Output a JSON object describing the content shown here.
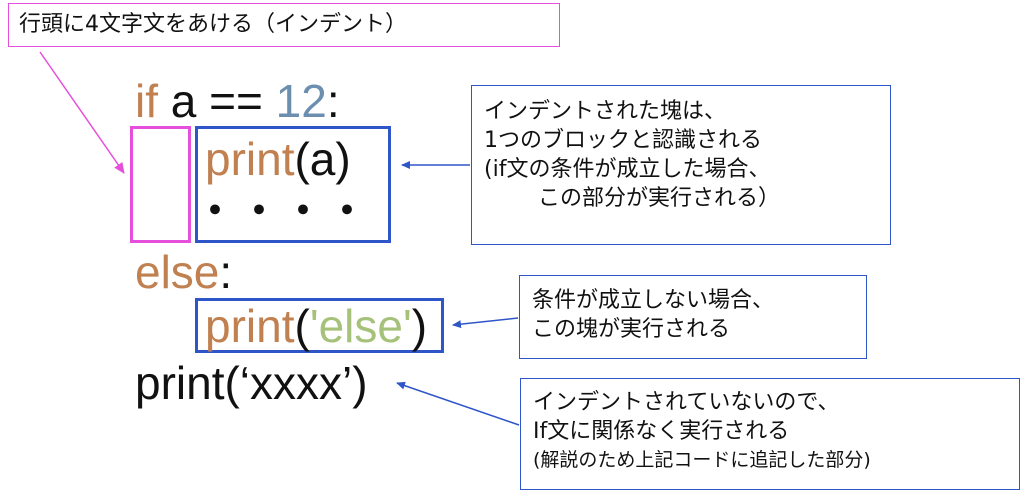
{
  "indent_label": "行頭に4文字文をあける（インデント）",
  "code": {
    "line1": {
      "kw": "if",
      "mid": " a == ",
      "num": "12",
      "end": ":"
    },
    "line2": {
      "kw": "print",
      "rest": "(a)"
    },
    "line3": {
      "dots": "・・・・"
    },
    "line4": {
      "kw": "else",
      "end": ":"
    },
    "line5": {
      "kw": "print",
      "open": "(",
      "str": "'else'",
      "close": ")"
    },
    "line6": {
      "text": "print(‘xxxx’)"
    }
  },
  "notes": {
    "block": [
      "インデントされた塊は、",
      "1つのブロックと認識される",
      "(if文の条件が成立した場合、",
      "この部分が実行される）"
    ],
    "else_block": [
      "条件が成立しない場合、",
      "この塊が実行される"
    ],
    "outside": [
      "インデントされていないので、",
      "If文に関係なく実行される",
      "(解説のため上記コードに追記した部分)"
    ]
  },
  "colors": {
    "keyword": "#c08050",
    "number": "#6c8fb0",
    "string": "#a6c27a",
    "indent_highlight": "#e64fdc",
    "block_highlight": "#2f56c8"
  }
}
